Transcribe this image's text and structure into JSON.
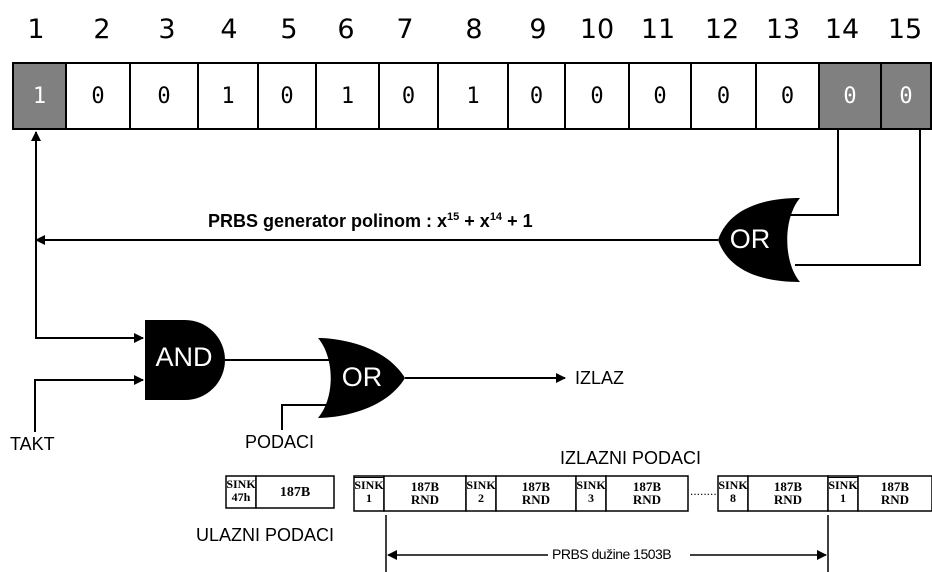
{
  "register": {
    "indices": [
      "1",
      "2",
      "3",
      "4",
      "5",
      "6",
      "7",
      "8",
      "9",
      "10",
      "11",
      "12",
      "13",
      "14",
      "15"
    ],
    "bits": [
      "1",
      "0",
      "0",
      "1",
      "0",
      "1",
      "0",
      "1",
      "0",
      "0",
      "0",
      "0",
      "0",
      "0",
      "0"
    ],
    "highlight_color": "#808080"
  },
  "gates": {
    "feedback_or": "OR",
    "and_gate": "AND",
    "output_or": "OR"
  },
  "polynom": {
    "prefix": "PRBS generator polinom : x",
    "exp1": "15",
    "mid": " + x",
    "exp2": "14",
    "suffix": " + 1"
  },
  "labels": {
    "izlaz": "IZLAZ",
    "takt": "TAKT",
    "podaci": "PODACI",
    "izlazni_podaci": "IZLAZNI PODACI",
    "ulazni_podaci": "ULAZNI PODACI",
    "prbs_length": "PRBS dužine 1503B"
  },
  "input_frame": {
    "sink_top": "SINK",
    "sink_bottom": "47h",
    "payload": "187B"
  },
  "output_frames": [
    {
      "sink_top": "SINK",
      "sink_bottom": "1",
      "payload_top": "187B",
      "payload_bottom": "RND"
    },
    {
      "sink_top": "SINK",
      "sink_bottom": "2",
      "payload_top": "187B",
      "payload_bottom": "RND"
    },
    {
      "sink_top": "SINK",
      "sink_bottom": "3",
      "payload_top": "187B",
      "payload_bottom": "RND"
    },
    {
      "sink_top": "SINK",
      "sink_bottom": "8",
      "payload_top": "187B",
      "payload_bottom": "RND"
    },
    {
      "sink_top": "SINK",
      "sink_bottom": "1",
      "payload_top": "187B",
      "payload_bottom": "RND"
    }
  ],
  "ellipsis": "........"
}
